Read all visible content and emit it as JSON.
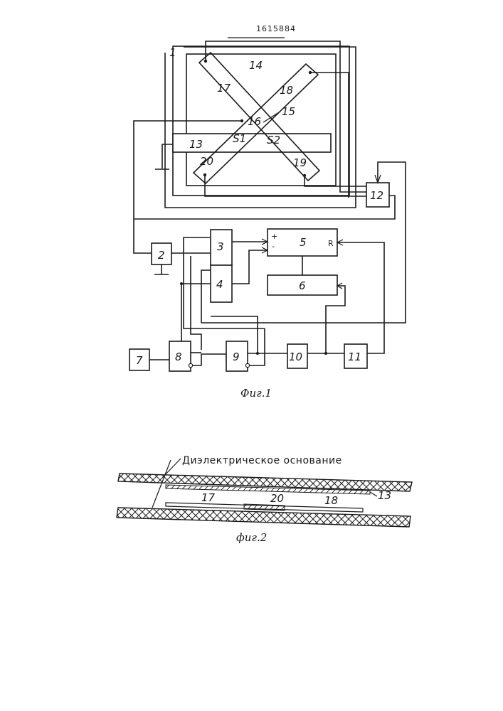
{
  "patent_number": "1615884",
  "fig1": {
    "caption": "Фиг.1",
    "labels": {
      "b1": "1",
      "b2": "2",
      "b3": "3",
      "b4": "4",
      "b5": "5",
      "b6": "6",
      "b7": "7",
      "b8": "8",
      "b9": "9",
      "b10": "10",
      "b11": "11",
      "b12": "12",
      "e13": "13",
      "e14": "14",
      "e15": "15",
      "e16": "16",
      "e17": "17",
      "e18": "18",
      "e19": "19",
      "e20": "20",
      "s1": "S1",
      "s2": "S2",
      "plus": "+",
      "minus": "-",
      "r": "R"
    }
  },
  "fig2": {
    "caption": "фиг.2",
    "base_label": "Диэлектрическое основание",
    "labels": {
      "l13": "13",
      "l17": "17",
      "l18": "18",
      "l20": "20"
    }
  },
  "colors": {
    "ink": "#1a1a1a",
    "paper": "#ffffff"
  }
}
